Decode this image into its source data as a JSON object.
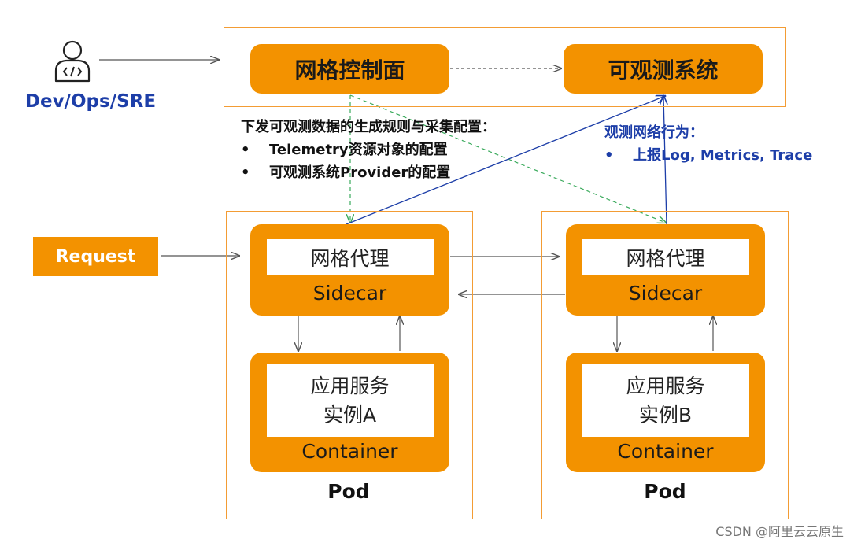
{
  "user": {
    "label": "Dev/Ops/SRE"
  },
  "control_plane": {
    "label": "网格控制面"
  },
  "observability": {
    "label": "可观测系统"
  },
  "config_note": {
    "heading": "下发可观测数据的生成规则与采集配置：",
    "items": [
      "Telemetry资源对象的配置",
      "可观测系统Provider的配置"
    ]
  },
  "observe_note": {
    "heading": "观测网络行为：",
    "items": [
      "上报Log, Metrics, Trace"
    ]
  },
  "request": {
    "label": "Request"
  },
  "pod_a": {
    "proxy_label": "网格代理",
    "sidecar_label": "Sidecar",
    "app_line1": "应用服务",
    "app_line2": "实例A",
    "container_label": "Container",
    "pod_label": "Pod"
  },
  "pod_b": {
    "proxy_label": "网格代理",
    "sidecar_label": "Sidecar",
    "app_line1": "应用服务",
    "app_line2": "实例B",
    "container_label": "Container",
    "pod_label": "Pod"
  },
  "watermark": "CSDN @阿里云云原生",
  "colors": {
    "orange": "#f39200",
    "frame": "#f39c34",
    "blue": "#1d3ea8",
    "green": "#3aaa5c",
    "arrow": "#555555"
  }
}
